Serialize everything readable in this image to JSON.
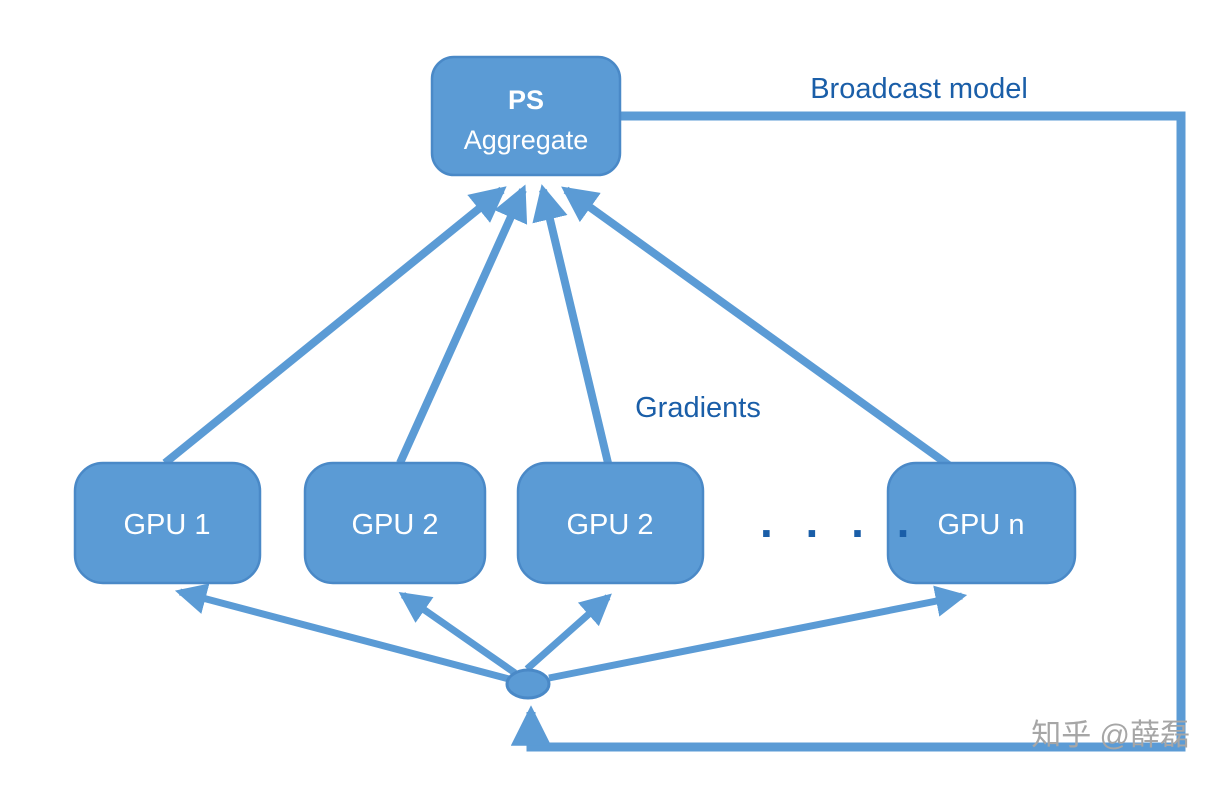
{
  "diagram": {
    "ps_node": {
      "title": "PS",
      "subtitle": "Aggregate"
    },
    "gpu_nodes": [
      {
        "label": "GPU 1"
      },
      {
        "label": "GPU 2"
      },
      {
        "label": "GPU 2"
      },
      {
        "label": "GPU  n"
      }
    ],
    "labels": {
      "broadcast": "Broadcast model",
      "gradients": "Gradients",
      "ellipsis": ". . . ."
    },
    "watermark": "知乎 @薛磊",
    "colors": {
      "node_fill": "#5B9BD5",
      "node_border": "#4A89C7",
      "node_text": "#FFFFFF",
      "arrow": "#5B9BD5",
      "label_text": "#1A5EA8",
      "watermark_text": "#A6A6A6"
    }
  }
}
